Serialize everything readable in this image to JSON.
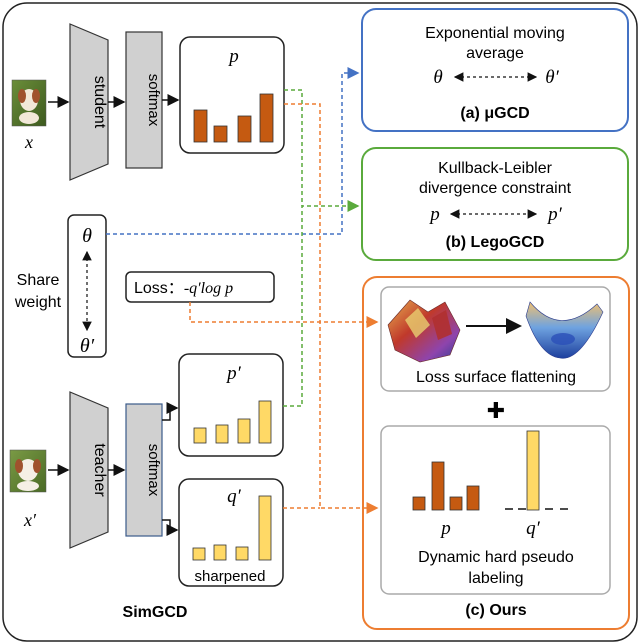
{
  "simgcd": {
    "label": "SimGCD",
    "student": {
      "label": "student",
      "input_label": "x"
    },
    "teacher": {
      "label": "teacher",
      "input_label": "x′"
    },
    "softmax_label": "softmax",
    "p_label": "p",
    "p_prime_label": "p′",
    "q_prime_label": "q′",
    "sharpened_label": "sharpened",
    "share_weight": {
      "line1": "Share",
      "line2": "weight",
      "theta": "θ",
      "theta_prime": "θ′"
    },
    "loss": {
      "prefix": "Loss：",
      "formula": "-q′log p"
    }
  },
  "mugcd": {
    "title_line1": "Exponential moving",
    "title_line2": "average",
    "left": "θ",
    "right": "θ′",
    "caption": "(a) μGCD"
  },
  "legogcd": {
    "title_line1": "Kullback-Leibler",
    "title_line2": "divergence constraint",
    "left": "p",
    "right": "p′",
    "caption": "(b) LegoGCD"
  },
  "ours": {
    "caption": "(c) Ours",
    "plus": "✚",
    "flattening": {
      "label": "Loss surface flattening"
    },
    "pseudo": {
      "label_line1": "Dynamic hard pseudo",
      "label_line2": "labeling",
      "p": "p",
      "q": "q′"
    }
  },
  "colors": {
    "blue": "#4472c4",
    "green": "#5aaa3c",
    "orange": "#ed7d31",
    "bar_dark": "#c55a11",
    "bar_light": "#ffd966",
    "module_gray": "#d0d0d0"
  }
}
